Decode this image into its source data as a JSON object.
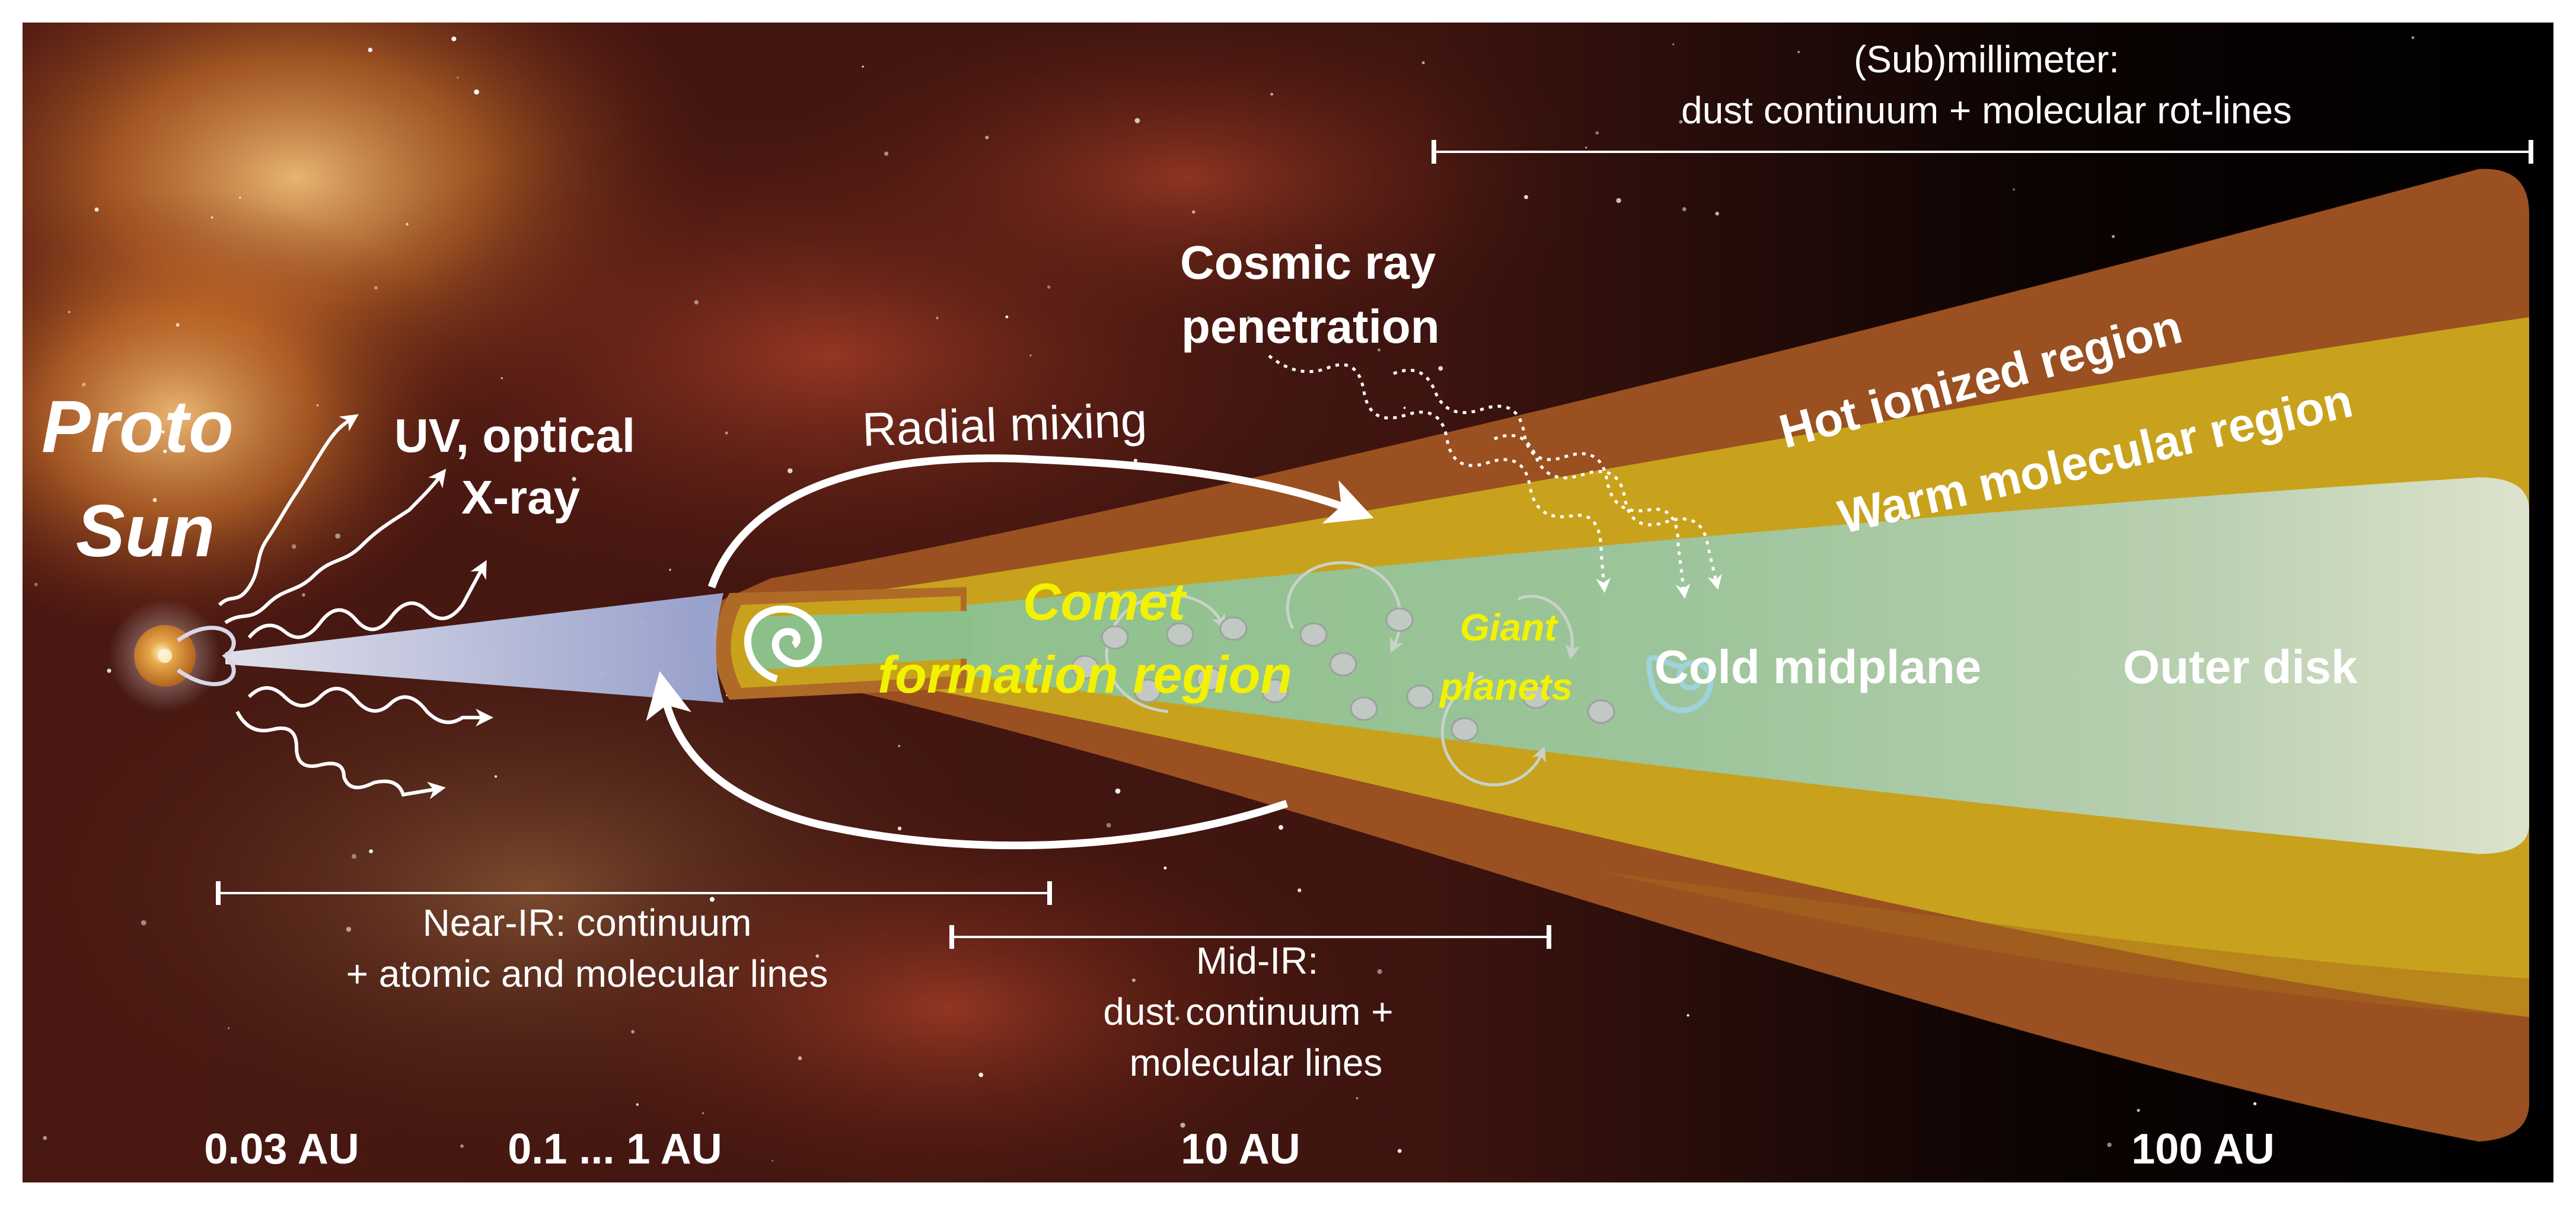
{
  "labels": {
    "proto_sun": [
      "Proto",
      "Sun"
    ],
    "uv_optical": "UV, optical",
    "x_ray": "X-ray",
    "cosmic_ray": [
      "Cosmic ray",
      "penetration"
    ],
    "radial_mixing": "Radial mixing",
    "hot_ionized": "Hot ionized region",
    "warm_molecular": "Warm molecular region",
    "comet_formation": [
      "Comet",
      "formation region"
    ],
    "giant_planets": [
      "Giant",
      "planets"
    ],
    "cold_midplane": "Cold midplane",
    "outer_disk": "Outer disk"
  },
  "wavebands": {
    "submm": [
      "(Sub)millimeter:",
      "dust continuum + molecular rot-lines"
    ],
    "near_ir": [
      "Near-IR: continuum",
      "+ atomic and molecular lines"
    ],
    "mid_ir": [
      "Mid-IR:",
      "dust continuum +",
      "molecular lines"
    ]
  },
  "distances": [
    "0.03 AU",
    "0.1 ... 1 AU",
    "10 AU",
    "100 AU"
  ],
  "colors": {
    "hot_layer": "#9a5020",
    "warm_layer": "#c8a21c",
    "midplane": "#8cc08a",
    "outer_disk": "#dde3cc",
    "label_yellow": "#f2f200",
    "text_white": "#ffffff"
  }
}
